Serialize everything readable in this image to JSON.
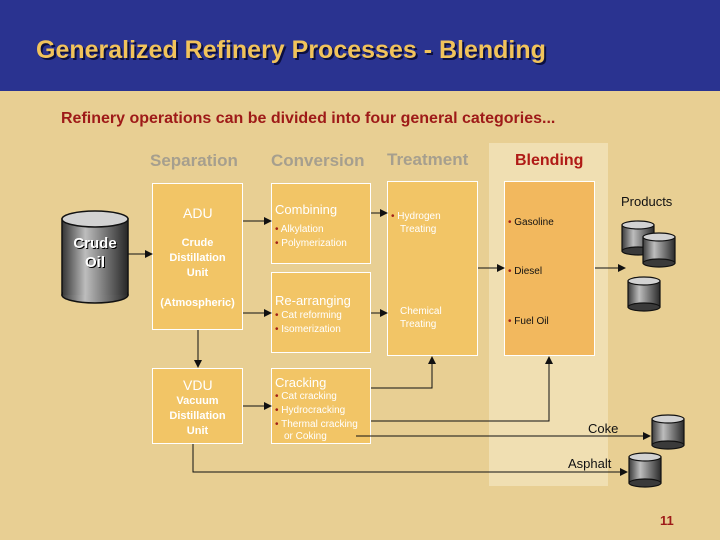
{
  "title": "Generalized Refinery Processes - Blending",
  "subtitle": "Refinery operations can be divided into four general categories...",
  "page_number": "11",
  "columns": {
    "separation": "Separation",
    "conversion": "Conversion",
    "treatment": "Treatment",
    "blending": "Blending"
  },
  "crude": {
    "line1": "Crude",
    "line2": "Oil"
  },
  "adu": {
    "label": "ADU",
    "line1": "Crude",
    "line2": "Distillation",
    "line3": "Unit",
    "line4": "(Atmospheric)"
  },
  "vdu": {
    "label": "VDU",
    "line1": "Vacuum",
    "line2": "Distillation",
    "line3": "Unit"
  },
  "combining": {
    "label": "Combining",
    "items": [
      "Alkylation",
      "Polymerization"
    ]
  },
  "rearranging": {
    "label": "Re-arranging",
    "items": [
      "Cat reforming",
      "Isomerization"
    ]
  },
  "cracking": {
    "label": "Cracking",
    "items": [
      "Cat cracking",
      "Hydrocracking",
      "Thermal cracking",
      "or Coking"
    ]
  },
  "treatment": {
    "items": [
      "Hydrogen",
      "Treating",
      "Chemical",
      "Treating"
    ]
  },
  "blending": {
    "items": [
      "Gasoline",
      "Diesel",
      "Fuel Oil"
    ]
  },
  "outputs": {
    "products": "Products",
    "coke": "Coke",
    "asphalt": "Asphalt"
  },
  "colors": {
    "header": "#2a3390",
    "title": "#f1c35b",
    "subtitle": "#9e1a18",
    "background": "#e8cf93",
    "box": "#f2c566",
    "blend_box": "#f2b85e",
    "blend_column": "#f0dfb2"
  }
}
